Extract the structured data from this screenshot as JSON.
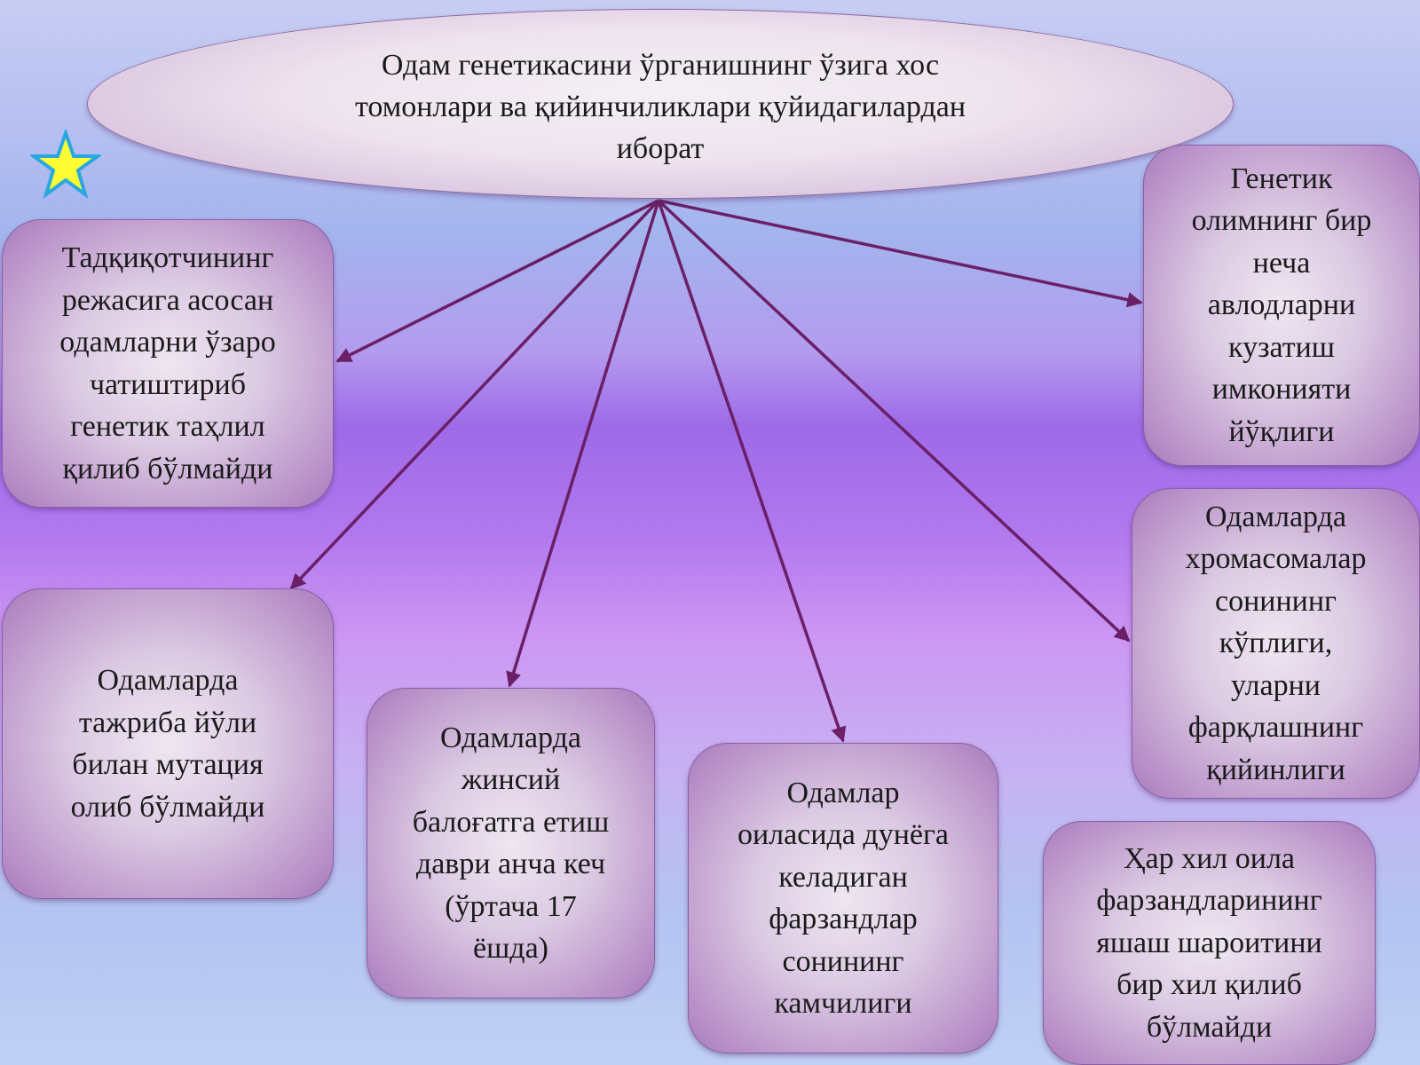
{
  "title": {
    "text": "Одам генетикасини ўрганишнинг ўзига хос\nтомонлари ва қийинчиликлари қуйидагилардан\nиборат"
  },
  "boxes": [
    {
      "id": "box-1",
      "text": "Тадқиқотчининг\nрежасига асосан\nодамларни ўзаро\nчатиштириб\nгенетик таҳлил\nқилиб бўлмайди"
    },
    {
      "id": "box-2",
      "text": "Одамларда\nтажриба йўли\nбилан мутация\nолиб бўлмайди"
    },
    {
      "id": "box-3",
      "text": "Одамларда\nжинсий\nбалоғатга етиш\nдаври анча кеч\n(ўртача 17\nёшда)"
    },
    {
      "id": "box-4",
      "text": "Одамлар\nоиласида дунёга\nкеладиган\nфарзандлар\nсонининг\nкамчилиги"
    },
    {
      "id": "box-5",
      "text": "Ҳар хил оила\nфарзандларининг\nяшаш шароитини\nбир хил қилиб\nбўлмайди"
    },
    {
      "id": "box-6",
      "text": "Одамларда\nхромасомалар\nсонининг\nкўплиги,\nуларни\nфарқлашнинг\nқийинлиги"
    },
    {
      "id": "box-7",
      "text": "Генетик\nолимнинг бир\nнеча\nавлодларни\nкузатиш\nимконияти\nйўқлиги"
    }
  ],
  "icons": {
    "star": "star-icon"
  },
  "colors": {
    "arrow": "#6a1f66",
    "star_fill": "#ffff33",
    "star_stroke": "#29a8e0"
  }
}
